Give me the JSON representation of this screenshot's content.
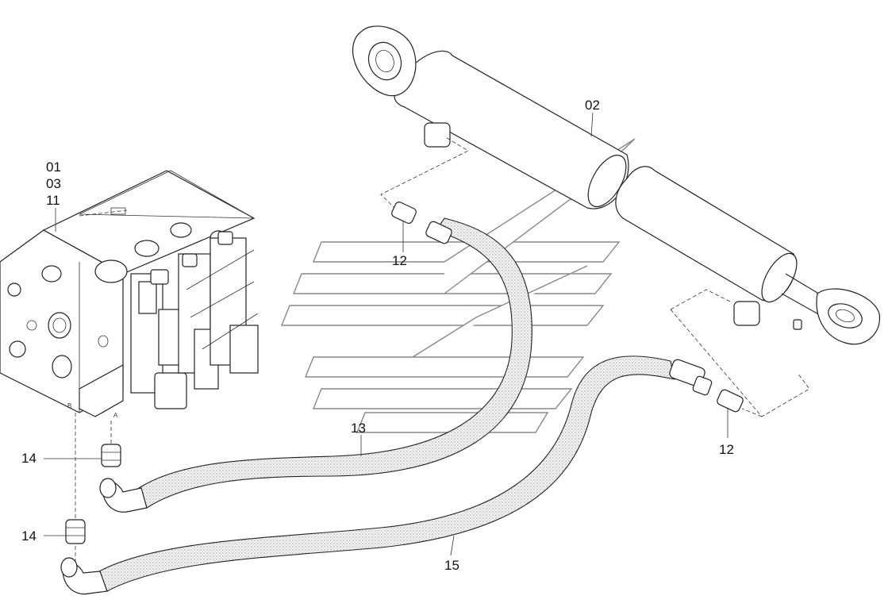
{
  "callouts": {
    "c01": "01",
    "c03": "03",
    "c11": "11",
    "c02": "02",
    "c12a": "12",
    "c12b": "12",
    "c13": "13",
    "c14a": "14",
    "c14b": "14",
    "c15": "15"
  },
  "ports": {
    "b": "B",
    "a": "A"
  },
  "colors": {
    "line": "#222222",
    "watermark": "#888888",
    "background": "#ffffff"
  }
}
